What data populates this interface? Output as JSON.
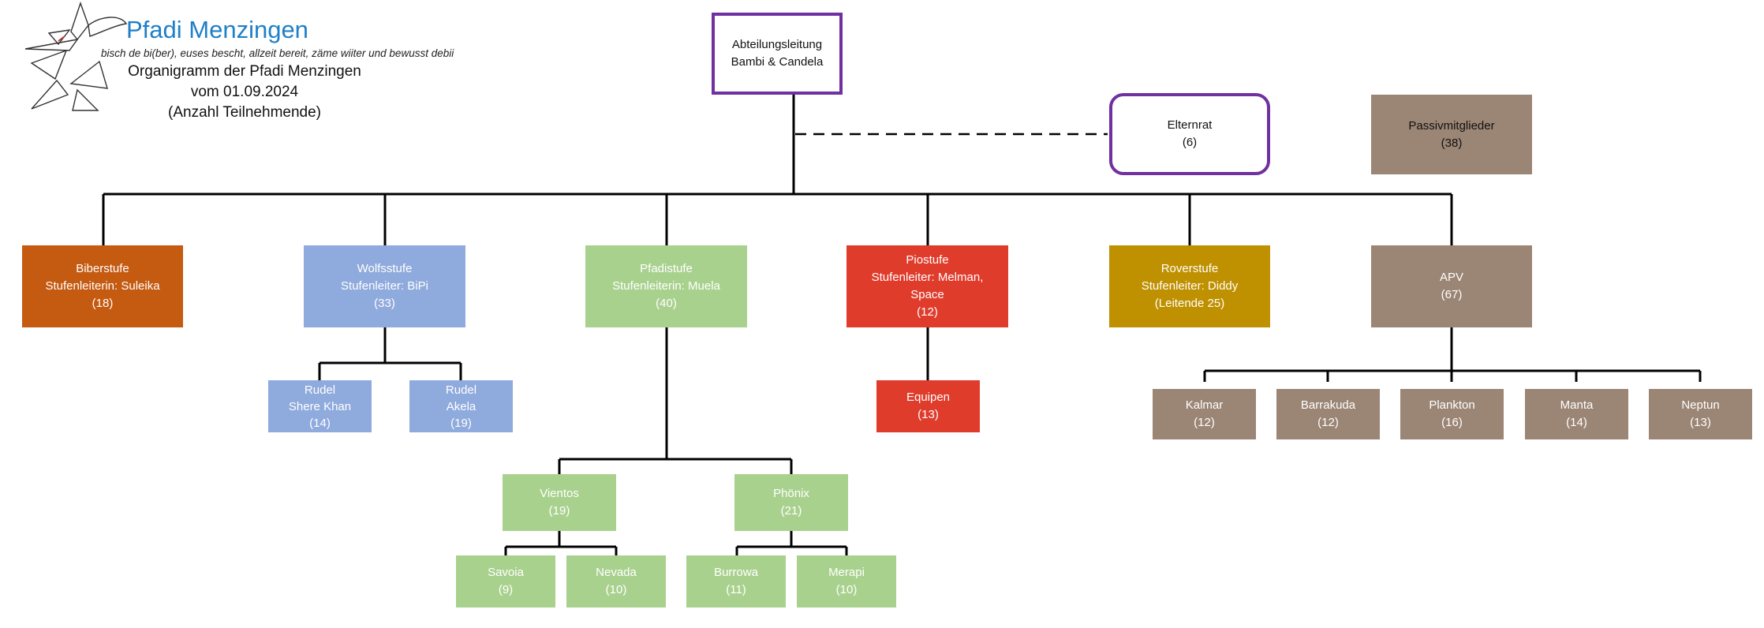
{
  "header": {
    "org_name": "Pfadi Menzingen",
    "motto": "bisch de bi(ber), euses bescht, allzeit bereit, zäme wiiter und bewusst debii",
    "caption_line1": "Organigramm der Pfadi Menzingen",
    "caption_line2": "vom 01.09.2024",
    "caption_line3": "(Anzahl Teilnehmende)"
  },
  "colors": {
    "leitung_border": "#7030a0",
    "biber": "#c55a11",
    "wolf": "#8faadc",
    "pfadi": "#a9d18e",
    "pio": "#e03c2c",
    "rover": "#bf9000",
    "apv": "#9b8575"
  },
  "nodes": {
    "abteilungsleitung": {
      "line1": "Abteilungsleitung",
      "line2": "Bambi & Candela"
    },
    "elternrat": {
      "line1": "Elternrat",
      "line2": "(6)"
    },
    "passiv": {
      "line1": "Passivmitglieder",
      "line2": "(38)"
    },
    "biber": {
      "line1": "Biberstufe",
      "line2": "Stufenleiterin: Suleika",
      "line3": "(18)"
    },
    "wolf": {
      "line1": "Wolfsstufe",
      "line2": "Stufenleiter: BiPi",
      "line3": "(33)"
    },
    "pfadi": {
      "line1": "Pfadistufe",
      "line2": "Stufenleiterin: Muela",
      "line3": "(40)"
    },
    "pio": {
      "line1": "Piostufe",
      "line2": "Stufenleiter: Melman,",
      "line3": "Space",
      "line4": "(12)"
    },
    "rover": {
      "line1": "Roverstufe",
      "line2": "Stufenleiter: Diddy",
      "line3": "(Leitende 25)"
    },
    "apv": {
      "line1": "APV",
      "line2": "(67)"
    },
    "shere_khan": {
      "line1": "Rudel",
      "line2": "Shere Khan",
      "line3": "(14)"
    },
    "akela": {
      "line1": "Rudel",
      "line2": "Akela",
      "line3": "(19)"
    },
    "vientos": {
      "line1": "Vientos",
      "line2": "(19)"
    },
    "phoenix": {
      "line1": "Phönix",
      "line2": "(21)"
    },
    "savoia": {
      "line1": "Savoia",
      "line2": "(9)"
    },
    "nevada": {
      "line1": "Nevada",
      "line2": "(10)"
    },
    "burrowa": {
      "line1": "Burrowa",
      "line2": "(11)"
    },
    "merapi": {
      "line1": "Merapi",
      "line2": "(10)"
    },
    "equipen": {
      "line1": "Equipen",
      "line2": "(13)"
    },
    "kalmar": {
      "line1": "Kalmar",
      "line2": "(12)"
    },
    "barrakuda": {
      "line1": "Barrakuda",
      "line2": "(12)"
    },
    "plankton": {
      "line1": "Plankton",
      "line2": "(16)"
    },
    "manta": {
      "line1": "Manta",
      "line2": "(14)"
    },
    "neptun": {
      "line1": "Neptun",
      "line2": "(13)"
    }
  }
}
